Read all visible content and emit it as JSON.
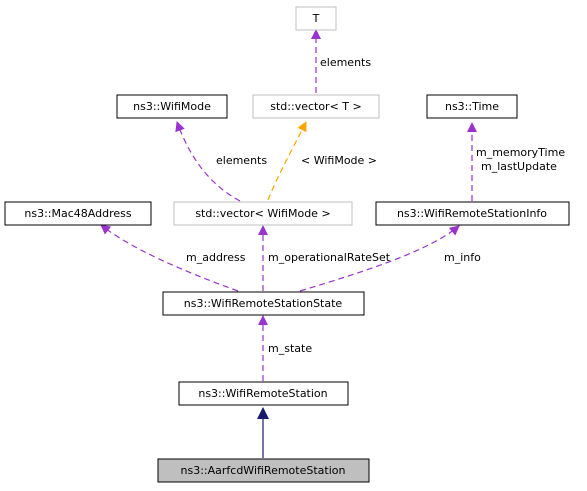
{
  "colors": {
    "black_border": "#000000",
    "gray_border": "#bfbfbf",
    "highlight_fill": "#bfbfbf",
    "usage_edge": "#9a32cd",
    "template_edge": "#ffa500",
    "inherit_edge": "#191970"
  },
  "nodes": {
    "t": "T",
    "std_vector_t": "std::vector< T >",
    "wifimode": "ns3::WifiMode",
    "time": "ns3::Time",
    "mac48": "ns3::Mac48Address",
    "std_vector_wifimode": "std::vector< WifiMode >",
    "station_info": "ns3::WifiRemoteStationInfo",
    "station_state": "ns3::WifiRemoteStationState",
    "station": "ns3::WifiRemoteStation",
    "aarfcd": "ns3::AarfcdWifiRemoteStation"
  },
  "edge_labels": {
    "vector_t_elements": "elements",
    "wifimode_elements": "elements",
    "vector_wifimode_tmpl": "< WifiMode >",
    "time_label_1": "m_memoryTime",
    "time_label_2": "m_lastUpdate",
    "m_address": "m_address",
    "m_operationalRateSet": "m_operationalRateSet",
    "m_info": "m_info",
    "m_state": "m_state"
  }
}
